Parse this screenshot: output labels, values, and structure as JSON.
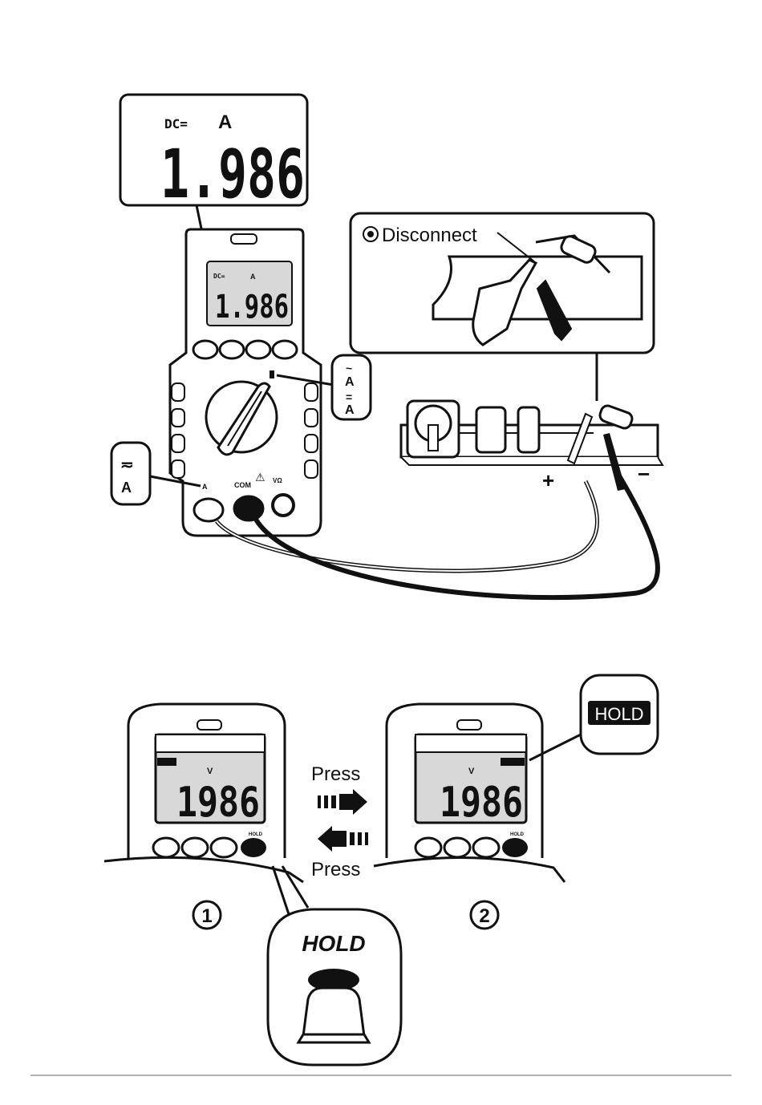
{
  "figure1": {
    "callout_display": {
      "mode": "DC=",
      "unit": "A",
      "reading": "1.986"
    },
    "meter_display": {
      "mode": "DC=",
      "unit": "A",
      "reading": "1.986"
    },
    "rotary_callout": {
      "top_symbol": "~",
      "top_unit": "A",
      "bottom_symbol": "=",
      "bottom_unit": "A"
    },
    "terminal_callout": {
      "symbol": "≂",
      "unit": "A"
    },
    "terminals": {
      "a": "A",
      "com": "COM",
      "vohm": "VΩ"
    },
    "disconnect_label": "Disconnect",
    "polarity_plus": "+",
    "polarity_minus": "−"
  },
  "figure2": {
    "step1": {
      "number": "1",
      "unit": "V",
      "reading": "1986",
      "badge": "HOLD"
    },
    "step2": {
      "number": "2",
      "unit": "V",
      "reading": "1986",
      "badge": "HOLD"
    },
    "press_forward": "Press",
    "press_back": "Press",
    "hold_callout_label": "HOLD",
    "hold_badge_label": "HOLD"
  },
  "colors": {
    "ink": "#111111",
    "paper": "#ffffff",
    "panel": "#e9e9e9",
    "lcd": "#d8d8d8",
    "rule": "#9a9a9a"
  }
}
